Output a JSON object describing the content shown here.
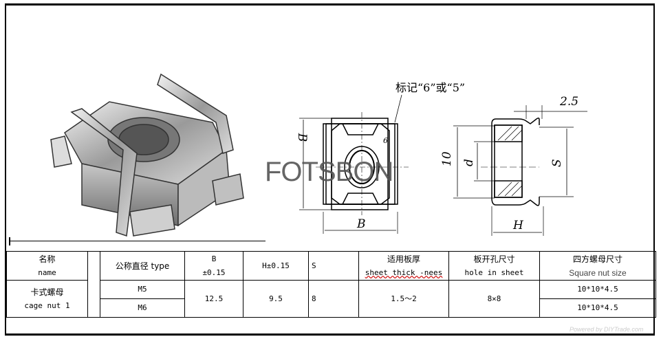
{
  "drawing": {
    "mark_label": "标记“6”或“5”",
    "mark_digit": "6",
    "dim_b_vertical": "B",
    "dim_b_horizontal": "B",
    "dim_10": "10",
    "dim_d": "d",
    "dim_s": "S",
    "dim_h": "H",
    "dim_2_5": "2.5"
  },
  "watermark": "FOTSBON",
  "table": {
    "headers": {
      "name_cn": "名称",
      "name_en": "name",
      "type": "公称直径 type",
      "b_1": "B",
      "b_2": "±0.15",
      "h": "H±0.15",
      "s": "S",
      "sheet_cn": "适用板厚",
      "sheet_en": "sheet thick -nees",
      "hole_cn": "板开孔尺寸",
      "hole_en": "hole in sheet",
      "square_cn": "四方螺母尺寸",
      "square_en": "Square nut size"
    },
    "row": {
      "name_cn": "卡式螺母",
      "name_en": "cage nut 1",
      "types": [
        "M5",
        "M6"
      ],
      "b": "12.5",
      "h": "9.5",
      "s": "8",
      "sheet": "1.5～2",
      "hole": "8×8",
      "square": [
        "10*10*4.5",
        "10*10*4.5"
      ]
    }
  },
  "footer": "Powered by DIYTrade.com"
}
